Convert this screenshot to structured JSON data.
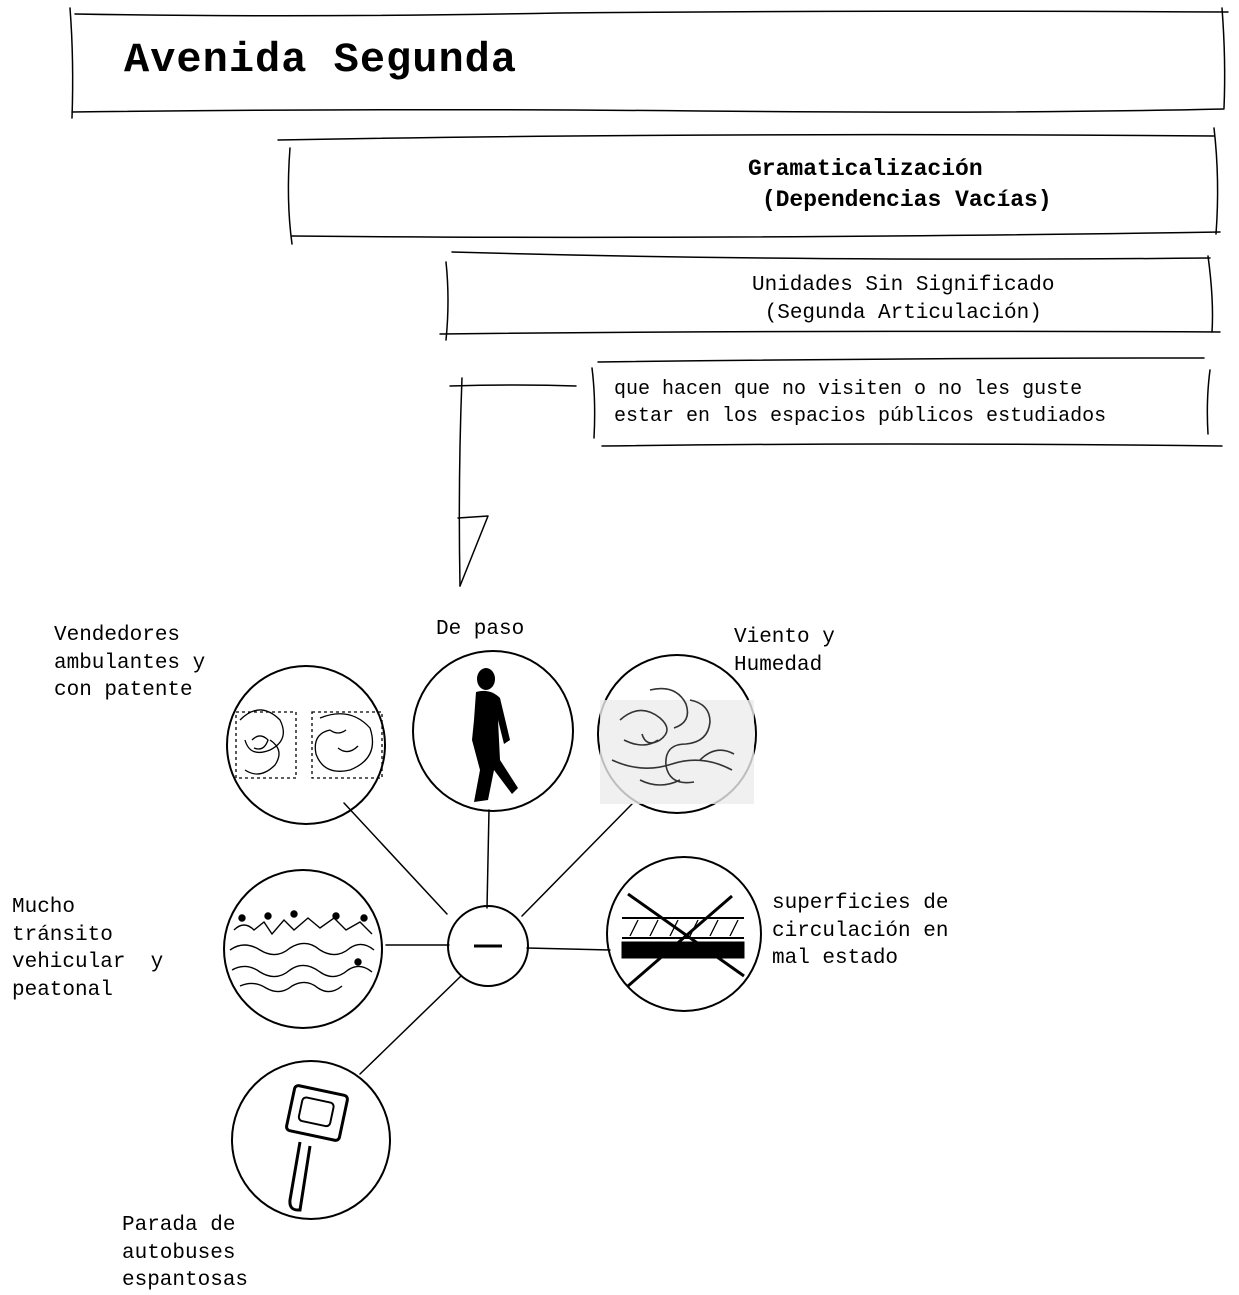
{
  "title": "Avenida Segunda",
  "box_gramatica": {
    "line1": "Gramaticalización",
    "line2": "(Dependencias Vacías)"
  },
  "box_unidades": {
    "line1": "Unidades Sin Significado",
    "line2": "(Segunda Articulación)"
  },
  "box_que": {
    "line1": "que hacen que no visiten o no les guste",
    "line2": "estar en los espacios públicos estudiados"
  },
  "center_symbol": "—",
  "nodes": {
    "vendedores": {
      "label": "Vendedores\nambulantes y\ncon patente",
      "icon": "vendors-sketch-icon"
    },
    "de_paso": {
      "label": "De paso",
      "icon": "walking-person-icon"
    },
    "viento": {
      "label": "Viento y\nHumedad",
      "icon": "wind-wave-icon"
    },
    "transito": {
      "label": "Mucho\ntránsito\nvehicular  y\npeatonal",
      "icon": "crowd-icon"
    },
    "superficies": {
      "label": "superficies de\ncirculación en\nmal estado",
      "icon": "crossed-road-icon"
    },
    "parada": {
      "label": "Parada de\nautobuses\nespantosas",
      "icon": "bus-stop-sign-icon"
    }
  }
}
